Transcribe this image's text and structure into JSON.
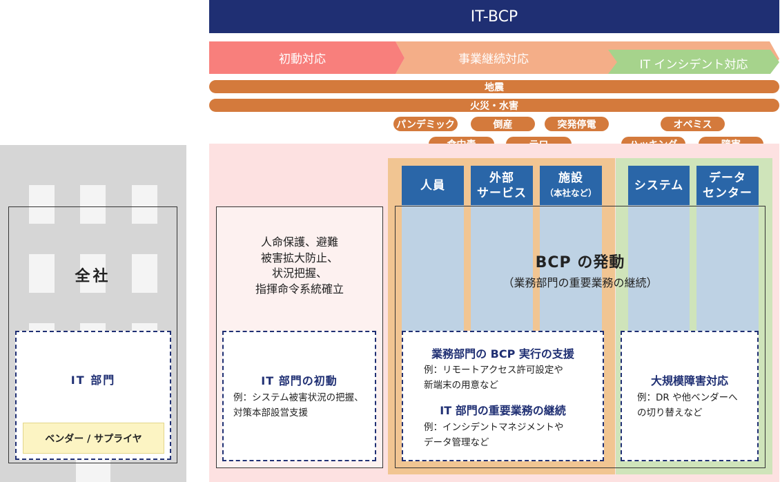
{
  "header": {
    "title": "IT-BCP"
  },
  "phases": [
    "初動対応",
    "事業継続対応",
    "IT インシデント対応"
  ],
  "risks": {
    "wide": [
      "地震",
      "火災・水害"
    ],
    "row1": [
      "パンデミック",
      "倒産",
      "突発停電",
      "オペミス"
    ],
    "row2": [
      "食中毒",
      "テロ",
      "ハッキング",
      "障害"
    ]
  },
  "company": {
    "label": "全社",
    "it_label": "IT 部門",
    "vendor": "ベンダー / サプライヤ"
  },
  "initial": {
    "lines": [
      "人命保護、避難",
      "被害拡大防止、",
      "状況把握、",
      "指揮命令系統確立"
    ],
    "it_title": "IT 部門の初動",
    "it_desc": [
      "例：システム被害状況の把握、",
      "対策本部設営支援"
    ]
  },
  "columns": {
    "personnel": "人員",
    "external_1": "外部",
    "external_2": "サービス",
    "facility_1": "施設",
    "facility_2": "（本社など）",
    "system": "システム",
    "datacenter_1": "データ",
    "datacenter_2": "センター"
  },
  "bcp": {
    "title": "BCP の発動",
    "subtitle": "（業務部門の重要業務の継続）"
  },
  "support": {
    "title1": "業務部門の BCP 実行の支援",
    "desc1": [
      "例：リモートアクセス許可設定や",
      "新端末の用意など"
    ],
    "title2": "IT 部門の重要業務の継続",
    "desc2": [
      "例：インシデントマネジメントや",
      "データ管理など"
    ]
  },
  "major": {
    "title": "大規模障害対応",
    "desc": [
      "例：DR や他ベンダーへ",
      "の切り替えなど"
    ]
  },
  "colors": {
    "navy": "#1f2f73",
    "phase_initial": "#f87f7c",
    "phase_continuity": "#f4ae88",
    "phase_incident": "#a6d38c",
    "risk_pill": "#d47a3c",
    "column_head": "#2a66a8",
    "column_body": "#bed2e4"
  }
}
